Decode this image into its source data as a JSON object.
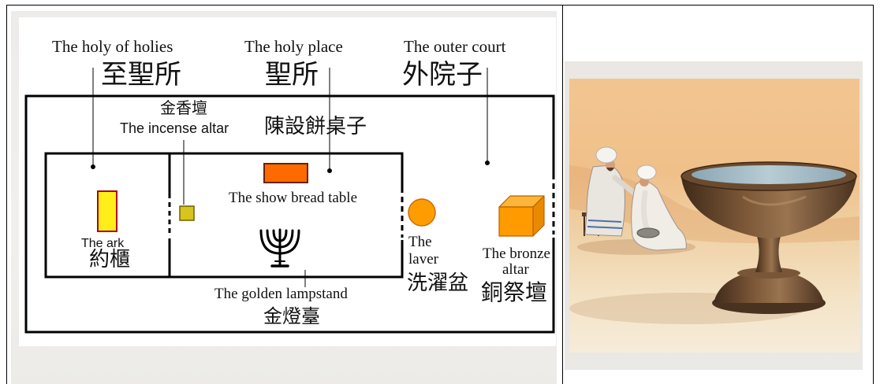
{
  "regions": {
    "holy_of_holies": {
      "en": "The holy of holies",
      "zh": "至聖所"
    },
    "holy_place": {
      "en": "The holy place",
      "zh": "聖所"
    },
    "outer_court": {
      "en": "The outer court",
      "zh": "外院子"
    }
  },
  "items": {
    "incense_altar": {
      "zh": "金香壇",
      "en": "The incense altar"
    },
    "show_bread_table": {
      "zh": "陳設餅桌子",
      "en": "The show bread table"
    },
    "ark": {
      "en": "The ark",
      "zh": "約櫃"
    },
    "golden_lampstand": {
      "en": "The golden lampstand",
      "zh": "金燈臺"
    },
    "laver": {
      "en_line1": "The",
      "en_line2": "laver",
      "zh": "洗濯盆"
    },
    "bronze_altar": {
      "en_line1": "The bronze",
      "en_line2": "altar",
      "zh": "銅祭壇"
    }
  },
  "colors": {
    "ark_fill": "#ffee1a",
    "ark_border": "#b00000",
    "incense_altar_fill": "#d8c41e",
    "show_bread_table_fill": "#ff6a00",
    "laver_fill": "#ff9c00",
    "bronze_altar_fill": "#ff9a00"
  }
}
